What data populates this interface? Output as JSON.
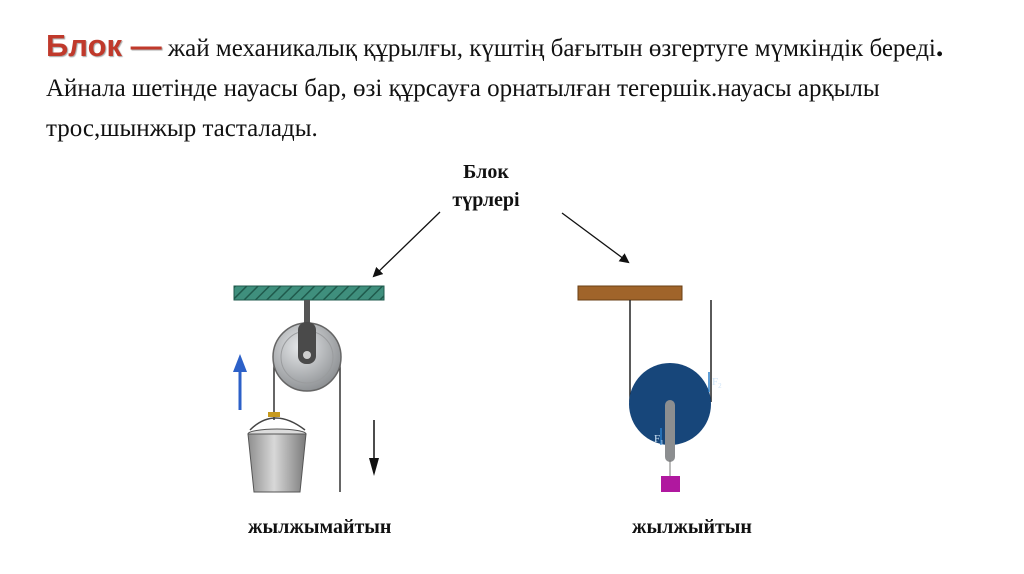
{
  "intro": {
    "term": "Блок —",
    "part1": " жай механикалық құрылғы,  күштің бағытын өзгертуге мүмкіндік береді",
    "dot": ".",
    "part2": " Айнала шетінде науасы бар, өзі құрсауға орнатылған тегершік.науасы арқылы трос,шынжыр тасталады."
  },
  "center_label": {
    "line1": "Блок",
    "line2": "түрлері"
  },
  "fixed_caption": "жылжымайтын",
  "movable_caption": "жылжыйтын",
  "force_labels": {
    "f1": "F",
    "f1_sub": "1",
    "f2": "F",
    "f2_sub": "2"
  },
  "colors": {
    "term": "#c0392b",
    "ceiling_hatch": "#2f7d6d",
    "beam": "#a0642a",
    "pulley_fixed": "#b4b6b8",
    "pulley_movable": "#17467a",
    "arrow_blue": "#2c60c8",
    "weight": "#b0189f",
    "force_label": "#2c7fc8"
  }
}
